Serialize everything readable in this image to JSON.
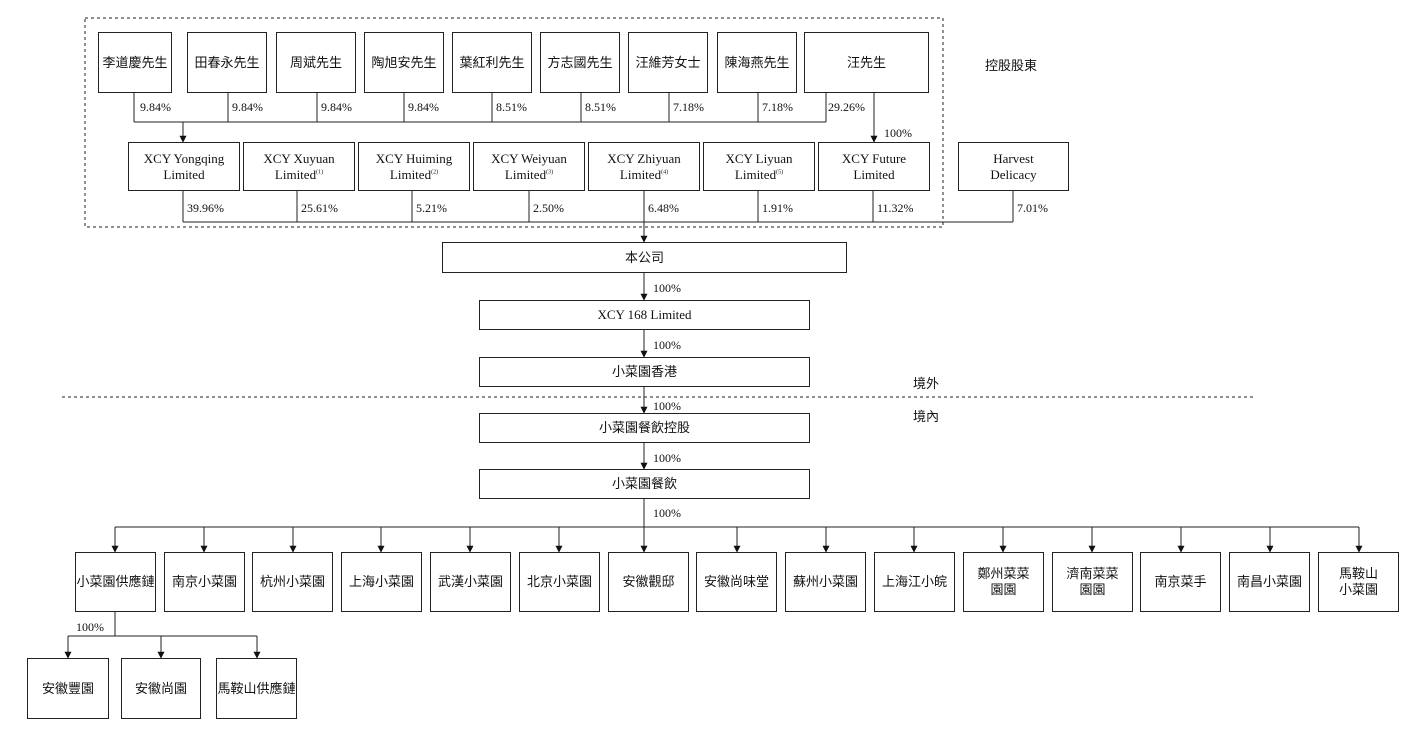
{
  "holders_label": "控股股東",
  "shareholders": [
    {
      "name": "李道慶先生",
      "pct": "9.84%"
    },
    {
      "name": "田春永先生",
      "pct": "9.84%"
    },
    {
      "name": "周斌先生",
      "pct": "9.84%"
    },
    {
      "name": "陶旭安先生",
      "pct": "9.84%"
    },
    {
      "name": "葉紅利先生",
      "pct": "8.51%"
    },
    {
      "name": "方志國先生",
      "pct": "8.51%"
    },
    {
      "name": "汪維芳女士",
      "pct": "7.18%"
    },
    {
      "name": "陳海燕先生",
      "pct": "7.18%"
    },
    {
      "name": "汪先生",
      "pct": "29.26%"
    }
  ],
  "future_pct": "100%",
  "holdcos": [
    {
      "line1": "XCY Yongqing",
      "line2": "Limited",
      "note": "",
      "pct": "39.96%"
    },
    {
      "line1": "XCY Xuyuan",
      "line2": "Limited",
      "note": "(1)",
      "pct": "25.61%"
    },
    {
      "line1": "XCY Huiming",
      "line2": "Limited",
      "note": "(2)",
      "pct": "5.21%"
    },
    {
      "line1": "XCY Weiyuan",
      "line2": "Limited",
      "note": "(3)",
      "pct": "2.50%"
    },
    {
      "line1": "XCY Zhiyuan",
      "line2": "Limited",
      "note": "(4)",
      "pct": "6.48%"
    },
    {
      "line1": "XCY Liyuan",
      "line2": "Limited",
      "note": "(5)",
      "pct": "1.91%"
    },
    {
      "line1": "XCY Future",
      "line2": "Limited",
      "note": "",
      "pct": "11.32%"
    },
    {
      "line1": "Harvest",
      "line2": "Delicacy",
      "note": "",
      "pct": "7.01%"
    }
  ],
  "company": "本公司",
  "xcy168": "XCY 168 Limited",
  "hk": "小菜園香港",
  "offshore": "境外",
  "onshore": "境內",
  "holding": "小菜園餐飲控股",
  "catering": "小菜園餐飲",
  "pct100": "100%",
  "subsidiaries": [
    {
      "line1": "小菜園供應鏈",
      "line2": ""
    },
    {
      "line1": "南京小菜園",
      "line2": ""
    },
    {
      "line1": "杭州小菜園",
      "line2": ""
    },
    {
      "line1": "上海小菜園",
      "line2": ""
    },
    {
      "line1": "武漢小菜園",
      "line2": ""
    },
    {
      "line1": "北京小菜園",
      "line2": ""
    },
    {
      "line1": "安徽觀邸",
      "line2": ""
    },
    {
      "line1": "安徽尚味堂",
      "line2": ""
    },
    {
      "line1": "蘇州小菜園",
      "line2": ""
    },
    {
      "line1": "上海江小皖",
      "line2": ""
    },
    {
      "line1": "鄭州菜菜",
      "line2": "園園"
    },
    {
      "line1": "濟南菜菜",
      "line2": "園園"
    },
    {
      "line1": "南京菜手",
      "line2": ""
    },
    {
      "line1": "南昌小菜園",
      "line2": ""
    },
    {
      "line1": "馬鞍山",
      "line2": "小菜園"
    }
  ],
  "grandchildren": [
    "安徽豐園",
    "安徽尚園",
    "馬鞍山供應鏈"
  ]
}
